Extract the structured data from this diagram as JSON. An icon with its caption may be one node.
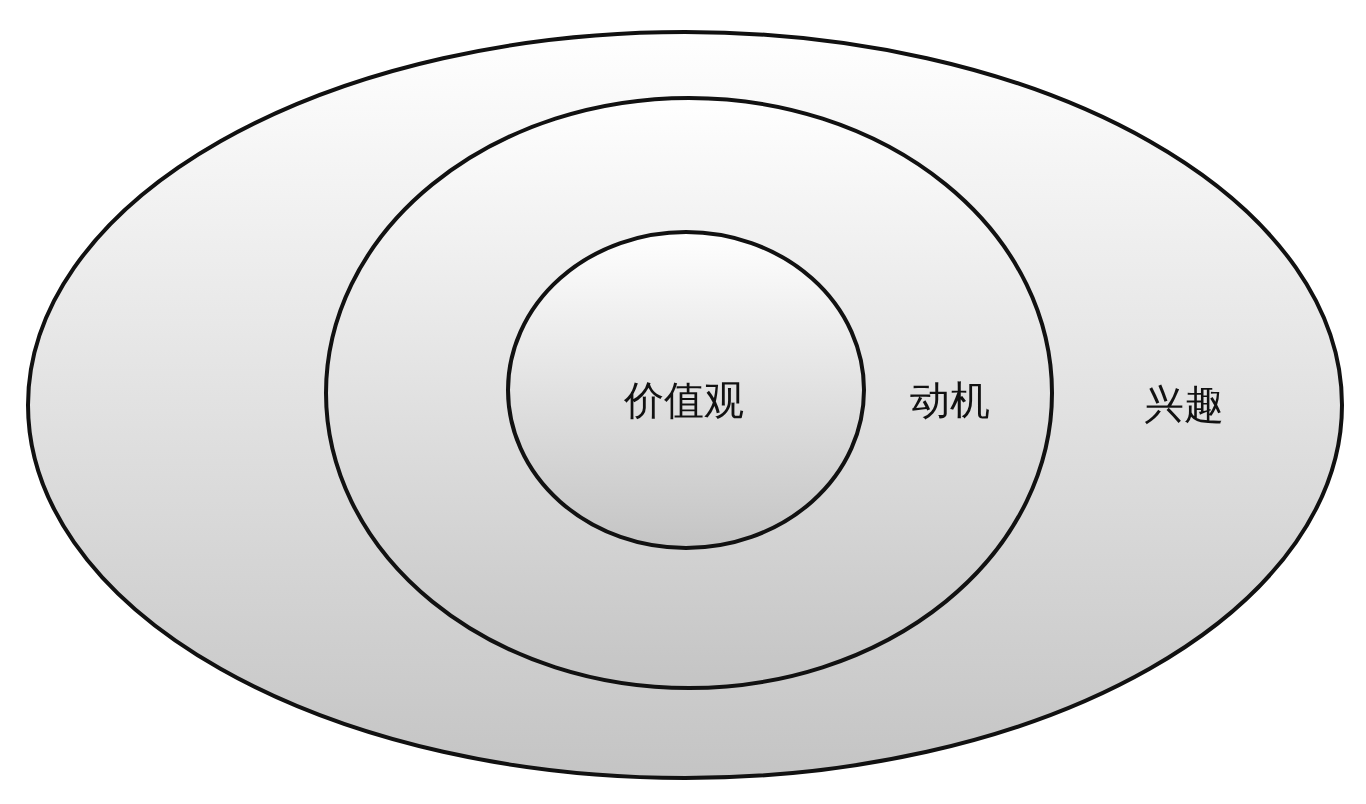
{
  "diagram": {
    "nodes": [
      {
        "text": [
          "兴趣"
        ]
      },
      {
        "text": [
          "动机"
        ],
        "in": 0
      },
      {
        "text": [
          "价值观"
        ],
        "in": 1
      }
    ]
  }
}
